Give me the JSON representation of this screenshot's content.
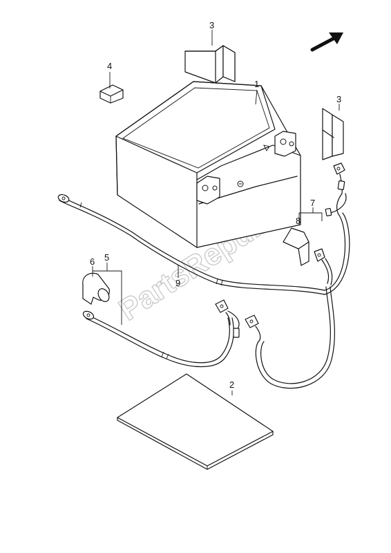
{
  "watermark": "PartsRepublik",
  "labels": {
    "p1": "1",
    "p2": "2",
    "p3a": "3",
    "p3b": "3",
    "p4": "4",
    "p5": "5",
    "p6": "6",
    "p7": "7",
    "p8": "8",
    "p9": "9"
  },
  "icons": {
    "direction": "arrow-icon"
  }
}
